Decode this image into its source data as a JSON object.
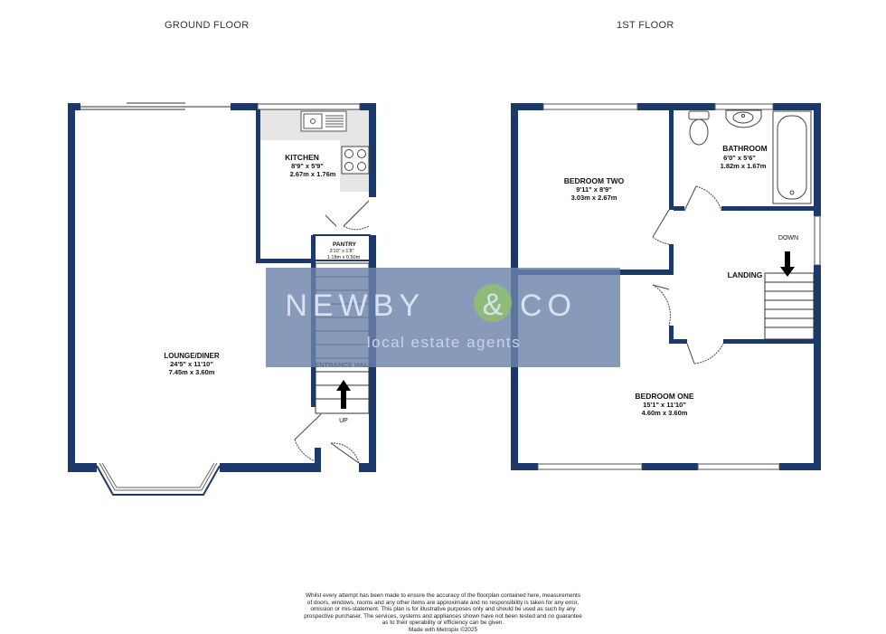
{
  "floors": {
    "ground": {
      "title": "GROUND FLOOR",
      "rooms": {
        "lounge": {
          "name": "LOUNGE/DINER",
          "imperial": "24'5\" x 11'10\"",
          "metric": "7.45m x 3.60m"
        },
        "kitchen": {
          "name": "KITCHEN",
          "imperial": "8'9\" x 5'9\"",
          "metric": "2.67m x 1.76m"
        },
        "pantry": {
          "name": "PANTRY",
          "imperial": "3'10\" x 1'8\"",
          "metric": "1.18m x 0.50m"
        },
        "hall": {
          "name": "ENTRANCE HALL"
        }
      },
      "stair_label": "UP"
    },
    "first": {
      "title": "1ST FLOOR",
      "rooms": {
        "bedroom_two": {
          "name": "BEDROOM TWO",
          "imperial": "9'11\" x 8'9\"",
          "metric": "3.03m x 2.67m"
        },
        "bathroom": {
          "name": "BATHROOM",
          "imperial": "6'0\" x 5'6\"",
          "metric": "1.82m x 1.67m"
        },
        "landing": {
          "name": "LANDING"
        },
        "bedroom_one": {
          "name": "BEDROOM ONE",
          "imperial": "15'1\" x 11'10\"",
          "metric": "4.60m x 3.60m"
        }
      },
      "stair_label": "DOWN"
    }
  },
  "watermark": {
    "brand": "NEWBY",
    "amp": "&",
    "brand2": "CO",
    "tagline": "local estate agents"
  },
  "disclaimer": {
    "lines": [
      "Whilst every attempt has been made to ensure the accuracy of the floorplan contained here, measurements",
      "of doors, windows, rooms and any other items are approximate and no responsibility is taken for any error,",
      "omission or mis-statement. This plan is for illustrative purposes only and should be used as such by any",
      "prospective purchaser. The services, systems and appliances shown have not been tested and no guarantee",
      "as to their operability or efficiency can be given.",
      "Made with Metropix ©2025"
    ]
  },
  "colors": {
    "wall": "#1b3a6b",
    "watermark_bg": "#6d84ab",
    "watermark_text": "#d9e1ee",
    "amp_circle": "#8fbf6f"
  }
}
